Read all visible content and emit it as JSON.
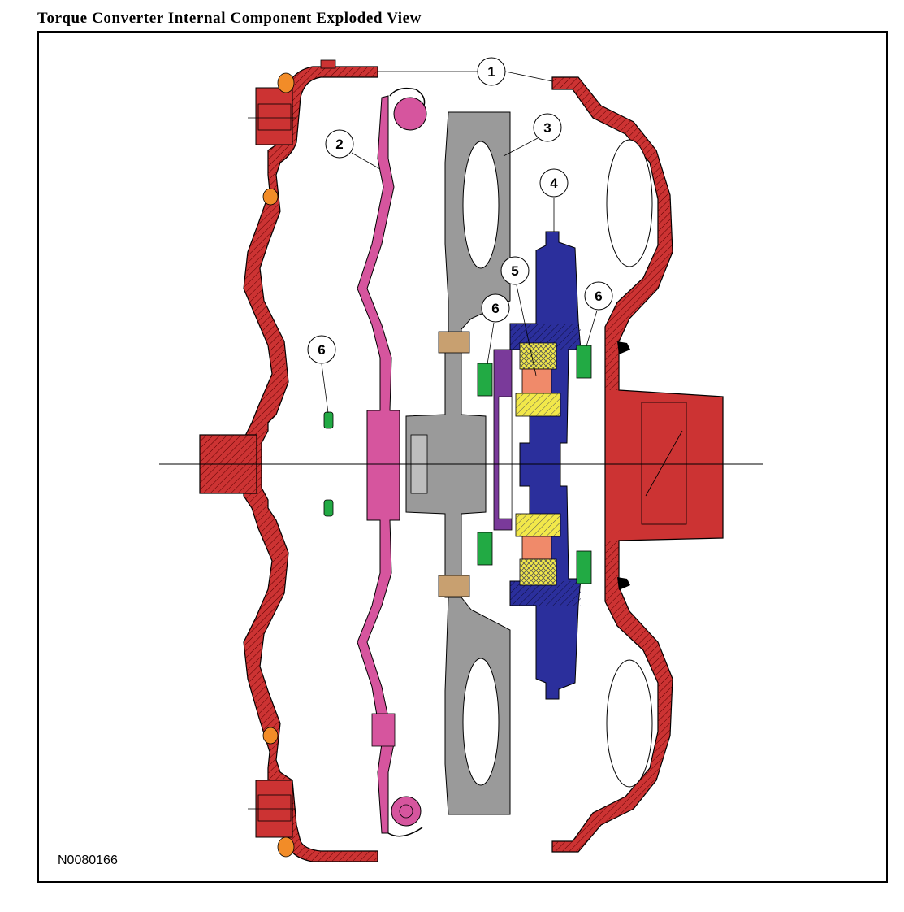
{
  "title": "Torque Converter Internal Component Exploded View",
  "figure_code": "N0080166",
  "callouts": [
    "1",
    "2",
    "3",
    "4",
    "5",
    "6",
    "6",
    "6"
  ],
  "colors": {
    "cover": "#cc3333",
    "piston": "#d6559e",
    "turbine": "#9a9a9a",
    "stator": "#2b2f9c",
    "thrust_washer": "#7a3a9a",
    "clutch": "#f2e84a",
    "clutch_spacer": "#f08a6a",
    "seal": "#22aa44",
    "rivet": "#c8a070",
    "weight_pad": "#f28c28"
  }
}
